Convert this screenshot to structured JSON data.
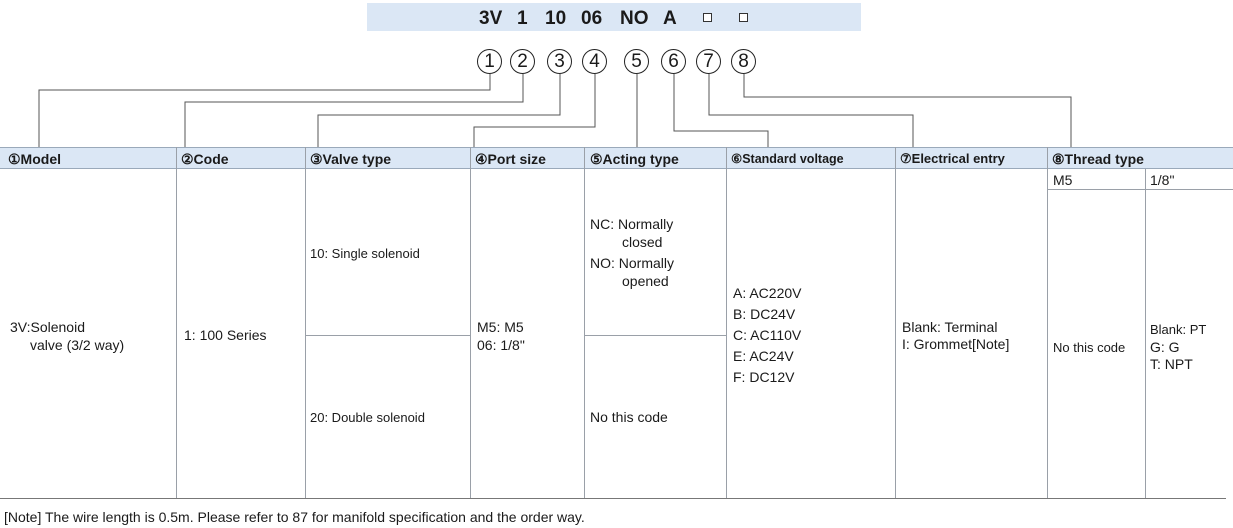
{
  "code_bar": {
    "parts": [
      "3V",
      "1",
      "10",
      "06",
      "NO",
      "A"
    ],
    "placeholder_boxes": 2
  },
  "position_numbers": [
    "1",
    "2",
    "3",
    "4",
    "5",
    "6",
    "7",
    "8"
  ],
  "columns": {
    "model": {
      "header": "①Model",
      "values": [
        "3V:Solenoid",
        "valve (3/2 way)"
      ]
    },
    "code": {
      "header": "②Code",
      "value": "1: 100 Series"
    },
    "valve_type": {
      "header": "③Valve type",
      "single": "10: Single solenoid",
      "double": "20: Double solenoid"
    },
    "port_size": {
      "header": "④Port size",
      "values": [
        "M5: M5",
        "06: 1/8\""
      ]
    },
    "acting_type": {
      "header": "⑤Acting type",
      "nc": [
        "NC: Normally",
        "closed"
      ],
      "no": [
        "NO: Normally",
        "opened"
      ],
      "none": "No this code"
    },
    "standard_voltage": {
      "header": "⑥Standard voltage",
      "values": [
        "A: AC220V",
        "B: DC24V",
        "C: AC110V",
        "E: AC24V",
        "F: DC12V"
      ]
    },
    "electrical_entry": {
      "header": "⑦Electrical entry",
      "values": [
        "Blank: Terminal",
        "I: Grommet[Note]"
      ]
    },
    "thread_type": {
      "header": "⑧Thread type",
      "sub_m5": "M5",
      "sub_18": "1/8\"",
      "m5_value": "No this code",
      "values_18": [
        "Blank: PT",
        "G: G",
        "T: NPT"
      ]
    }
  },
  "note": "[Note] The wire length is 0.5m.  Please refer to 87 for manifold specification and the order way."
}
